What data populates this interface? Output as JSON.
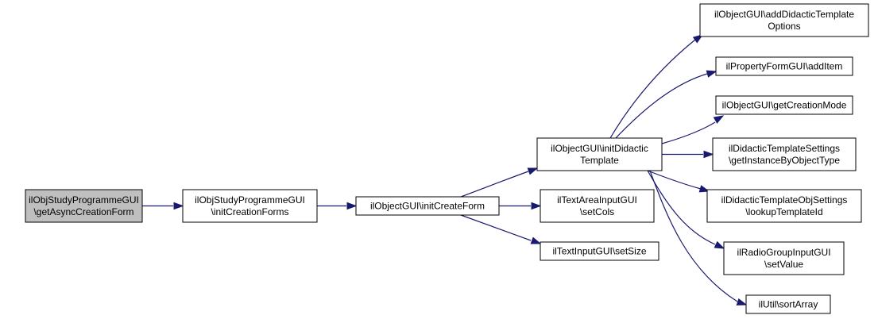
{
  "diagram": {
    "kind": "call-graph",
    "edge_color": "#191970",
    "current_node_fill": "#bfbfbf",
    "nodes": [
      {
        "id": "n0",
        "lines": [
          "ilObjStudyProgrammeGUI",
          "\\getAsyncCreationForm"
        ],
        "current": true
      },
      {
        "id": "n1",
        "lines": [
          "ilObjStudyProgrammeGUI",
          "\\initCreationForms"
        ]
      },
      {
        "id": "n2",
        "lines": [
          "ilObjectGUI\\initCreateForm"
        ]
      },
      {
        "id": "n3",
        "lines": [
          "ilObjectGUI\\initDidactic",
          "Template"
        ]
      },
      {
        "id": "n4",
        "lines": [
          "ilTextAreaInputGUI",
          "\\setCols"
        ]
      },
      {
        "id": "n5",
        "lines": [
          "ilTextInputGUI\\setSize"
        ]
      },
      {
        "id": "n6",
        "lines": [
          "ilObjectGUI\\addDidacticTemplate",
          "Options"
        ]
      },
      {
        "id": "n7",
        "lines": [
          "ilPropertyFormGUI\\addItem"
        ]
      },
      {
        "id": "n8",
        "lines": [
          "ilObjectGUI\\getCreationMode"
        ]
      },
      {
        "id": "n9",
        "lines": [
          "ilDidacticTemplateSettings",
          "\\getInstanceByObjectType"
        ]
      },
      {
        "id": "n10",
        "lines": [
          "ilDidacticTemplateObjSettings",
          "\\lookupTemplateId"
        ]
      },
      {
        "id": "n11",
        "lines": [
          "ilRadioGroupInputGUI",
          "\\setValue"
        ]
      },
      {
        "id": "n12",
        "lines": [
          "ilUtil\\sortArray"
        ]
      }
    ],
    "edges": [
      {
        "from": "n0",
        "to": "n1"
      },
      {
        "from": "n1",
        "to": "n2"
      },
      {
        "from": "n2",
        "to": "n3"
      },
      {
        "from": "n2",
        "to": "n4"
      },
      {
        "from": "n2",
        "to": "n5"
      },
      {
        "from": "n3",
        "to": "n6"
      },
      {
        "from": "n3",
        "to": "n7"
      },
      {
        "from": "n3",
        "to": "n8"
      },
      {
        "from": "n3",
        "to": "n9"
      },
      {
        "from": "n3",
        "to": "n10"
      },
      {
        "from": "n3",
        "to": "n11"
      },
      {
        "from": "n3",
        "to": "n12"
      }
    ]
  }
}
